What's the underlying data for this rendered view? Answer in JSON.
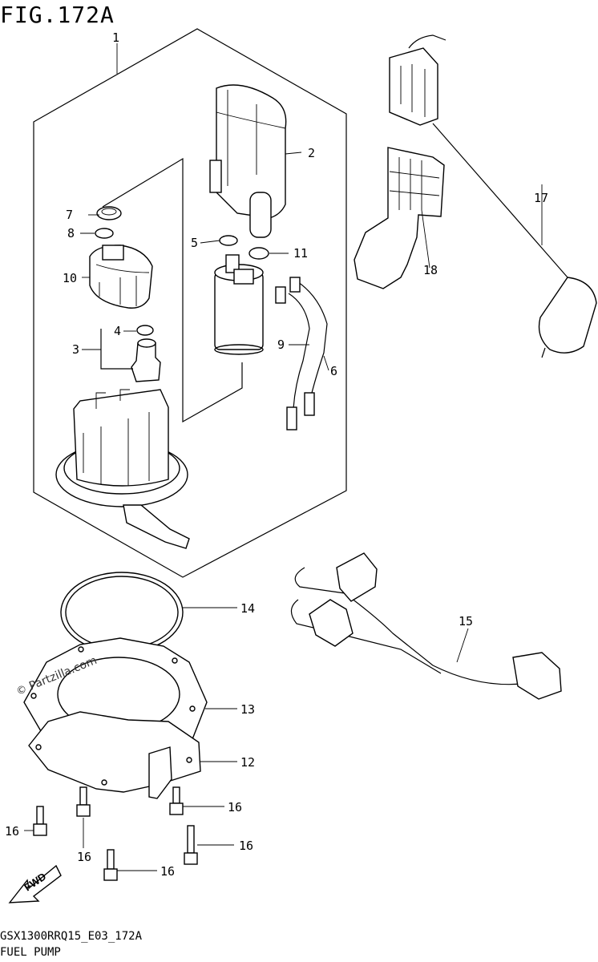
{
  "header": {
    "figure_title": "FIG.172A"
  },
  "footer": {
    "drawing_code": "GSX1300RRQ15_E03_172A",
    "caption": "FUEL PUMP"
  },
  "watermark": {
    "text": "Partzilla.com",
    "symbol": "©"
  },
  "fwd_arrow_label": "FWD",
  "callouts": [
    {
      "id": "c1",
      "label": "1"
    },
    {
      "id": "c2",
      "label": "2"
    },
    {
      "id": "c3",
      "label": "3"
    },
    {
      "id": "c4",
      "label": "4"
    },
    {
      "id": "c5",
      "label": "5"
    },
    {
      "id": "c6",
      "label": "6"
    },
    {
      "id": "c7",
      "label": "7"
    },
    {
      "id": "c8",
      "label": "8"
    },
    {
      "id": "c9",
      "label": "9"
    },
    {
      "id": "c10",
      "label": "10"
    },
    {
      "id": "c11",
      "label": "11"
    },
    {
      "id": "c12",
      "label": "12"
    },
    {
      "id": "c13",
      "label": "13"
    },
    {
      "id": "c14",
      "label": "14"
    },
    {
      "id": "c15",
      "label": "15"
    },
    {
      "id": "c16a",
      "label": "16"
    },
    {
      "id": "c16b",
      "label": "16"
    },
    {
      "id": "c16c",
      "label": "16"
    },
    {
      "id": "c16d",
      "label": "16"
    },
    {
      "id": "c16e",
      "label": "16"
    },
    {
      "id": "c17",
      "label": "17"
    },
    {
      "id": "c18",
      "label": "18"
    }
  ]
}
